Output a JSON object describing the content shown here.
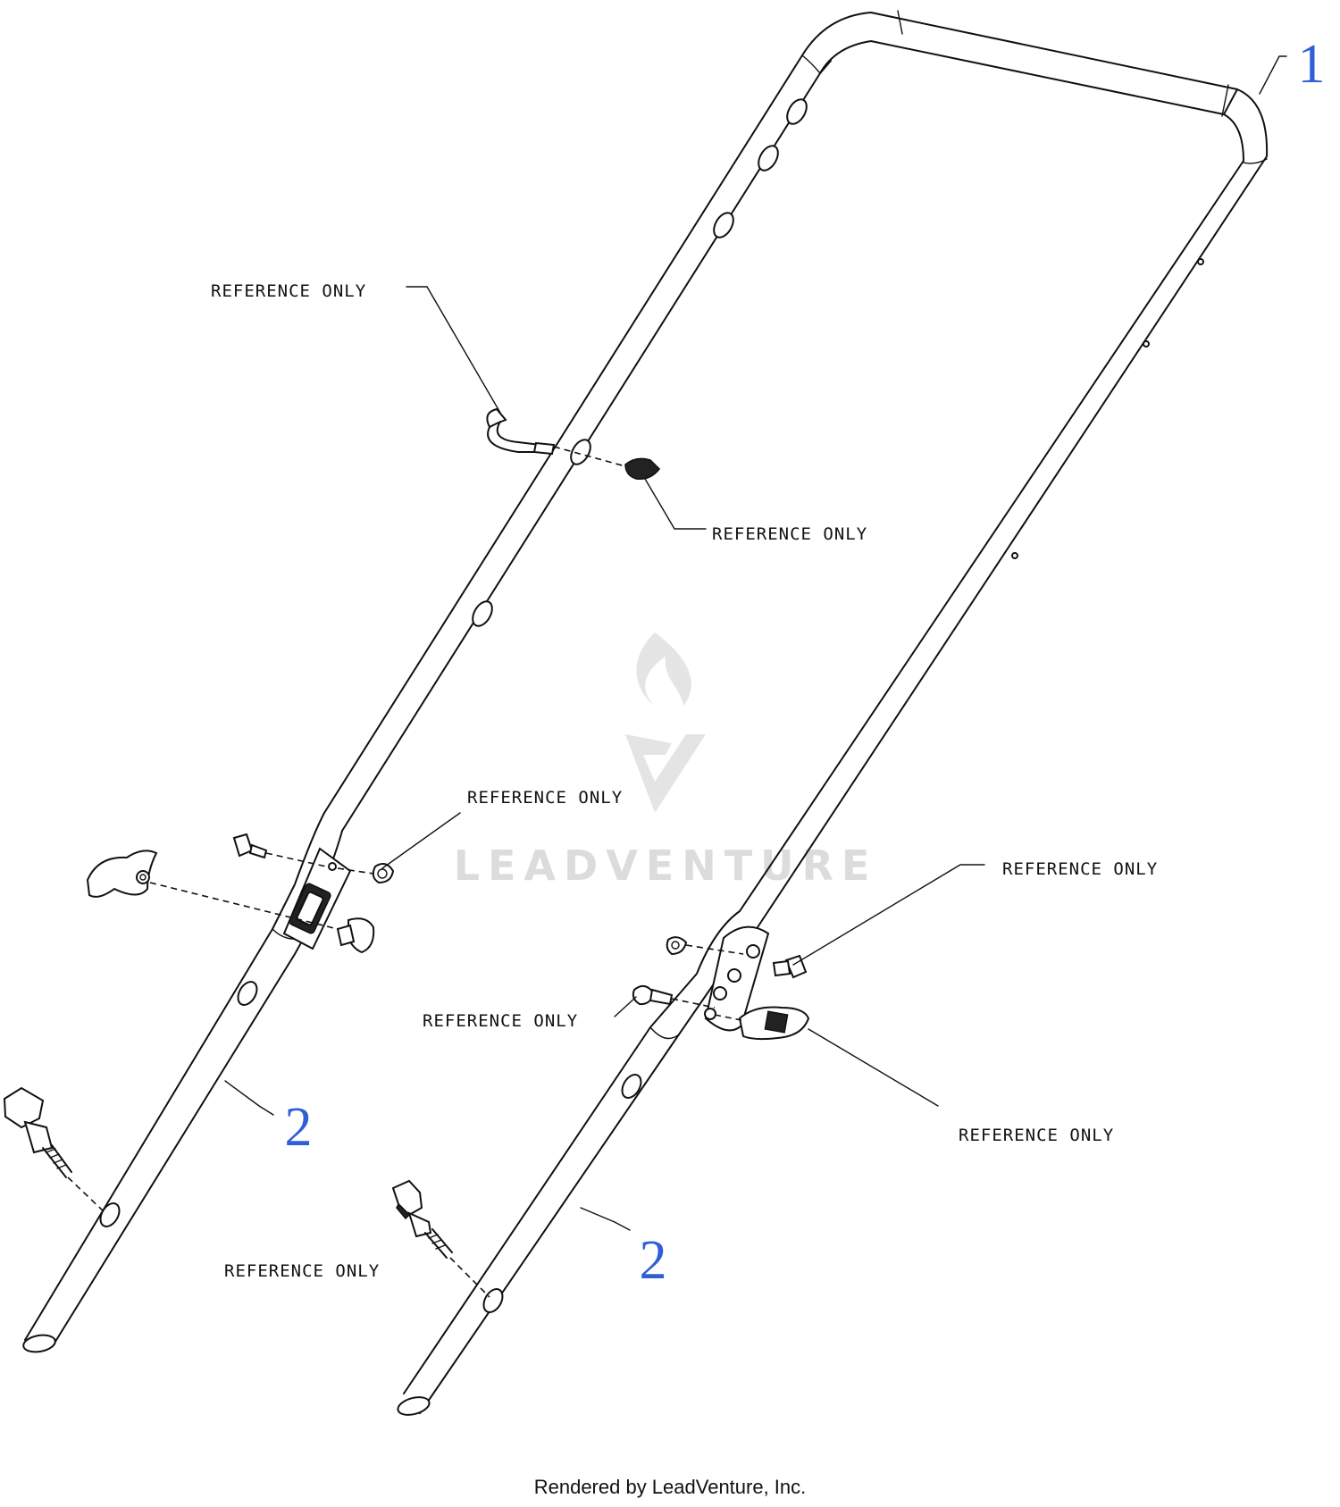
{
  "notes": {
    "ref1": "REFERENCE ONLY",
    "ref2": "REFERENCE ONLY",
    "ref3": "REFERENCE ONLY",
    "ref4": "REFERENCE ONLY",
    "ref5": "REFERENCE ONLY",
    "ref6": "REFERENCE ONLY",
    "ref7": "REFERENCE ONLY"
  },
  "callouts": {
    "c1": "1",
    "c2a": "2",
    "c2b": "2"
  },
  "footer": "Rendered by LeadVenture, Inc.",
  "watermark": "LEADVENTURE",
  "colors": {
    "callout": "#2f5fd6",
    "lines": "#111111",
    "watermark": "#dcdcdc"
  }
}
